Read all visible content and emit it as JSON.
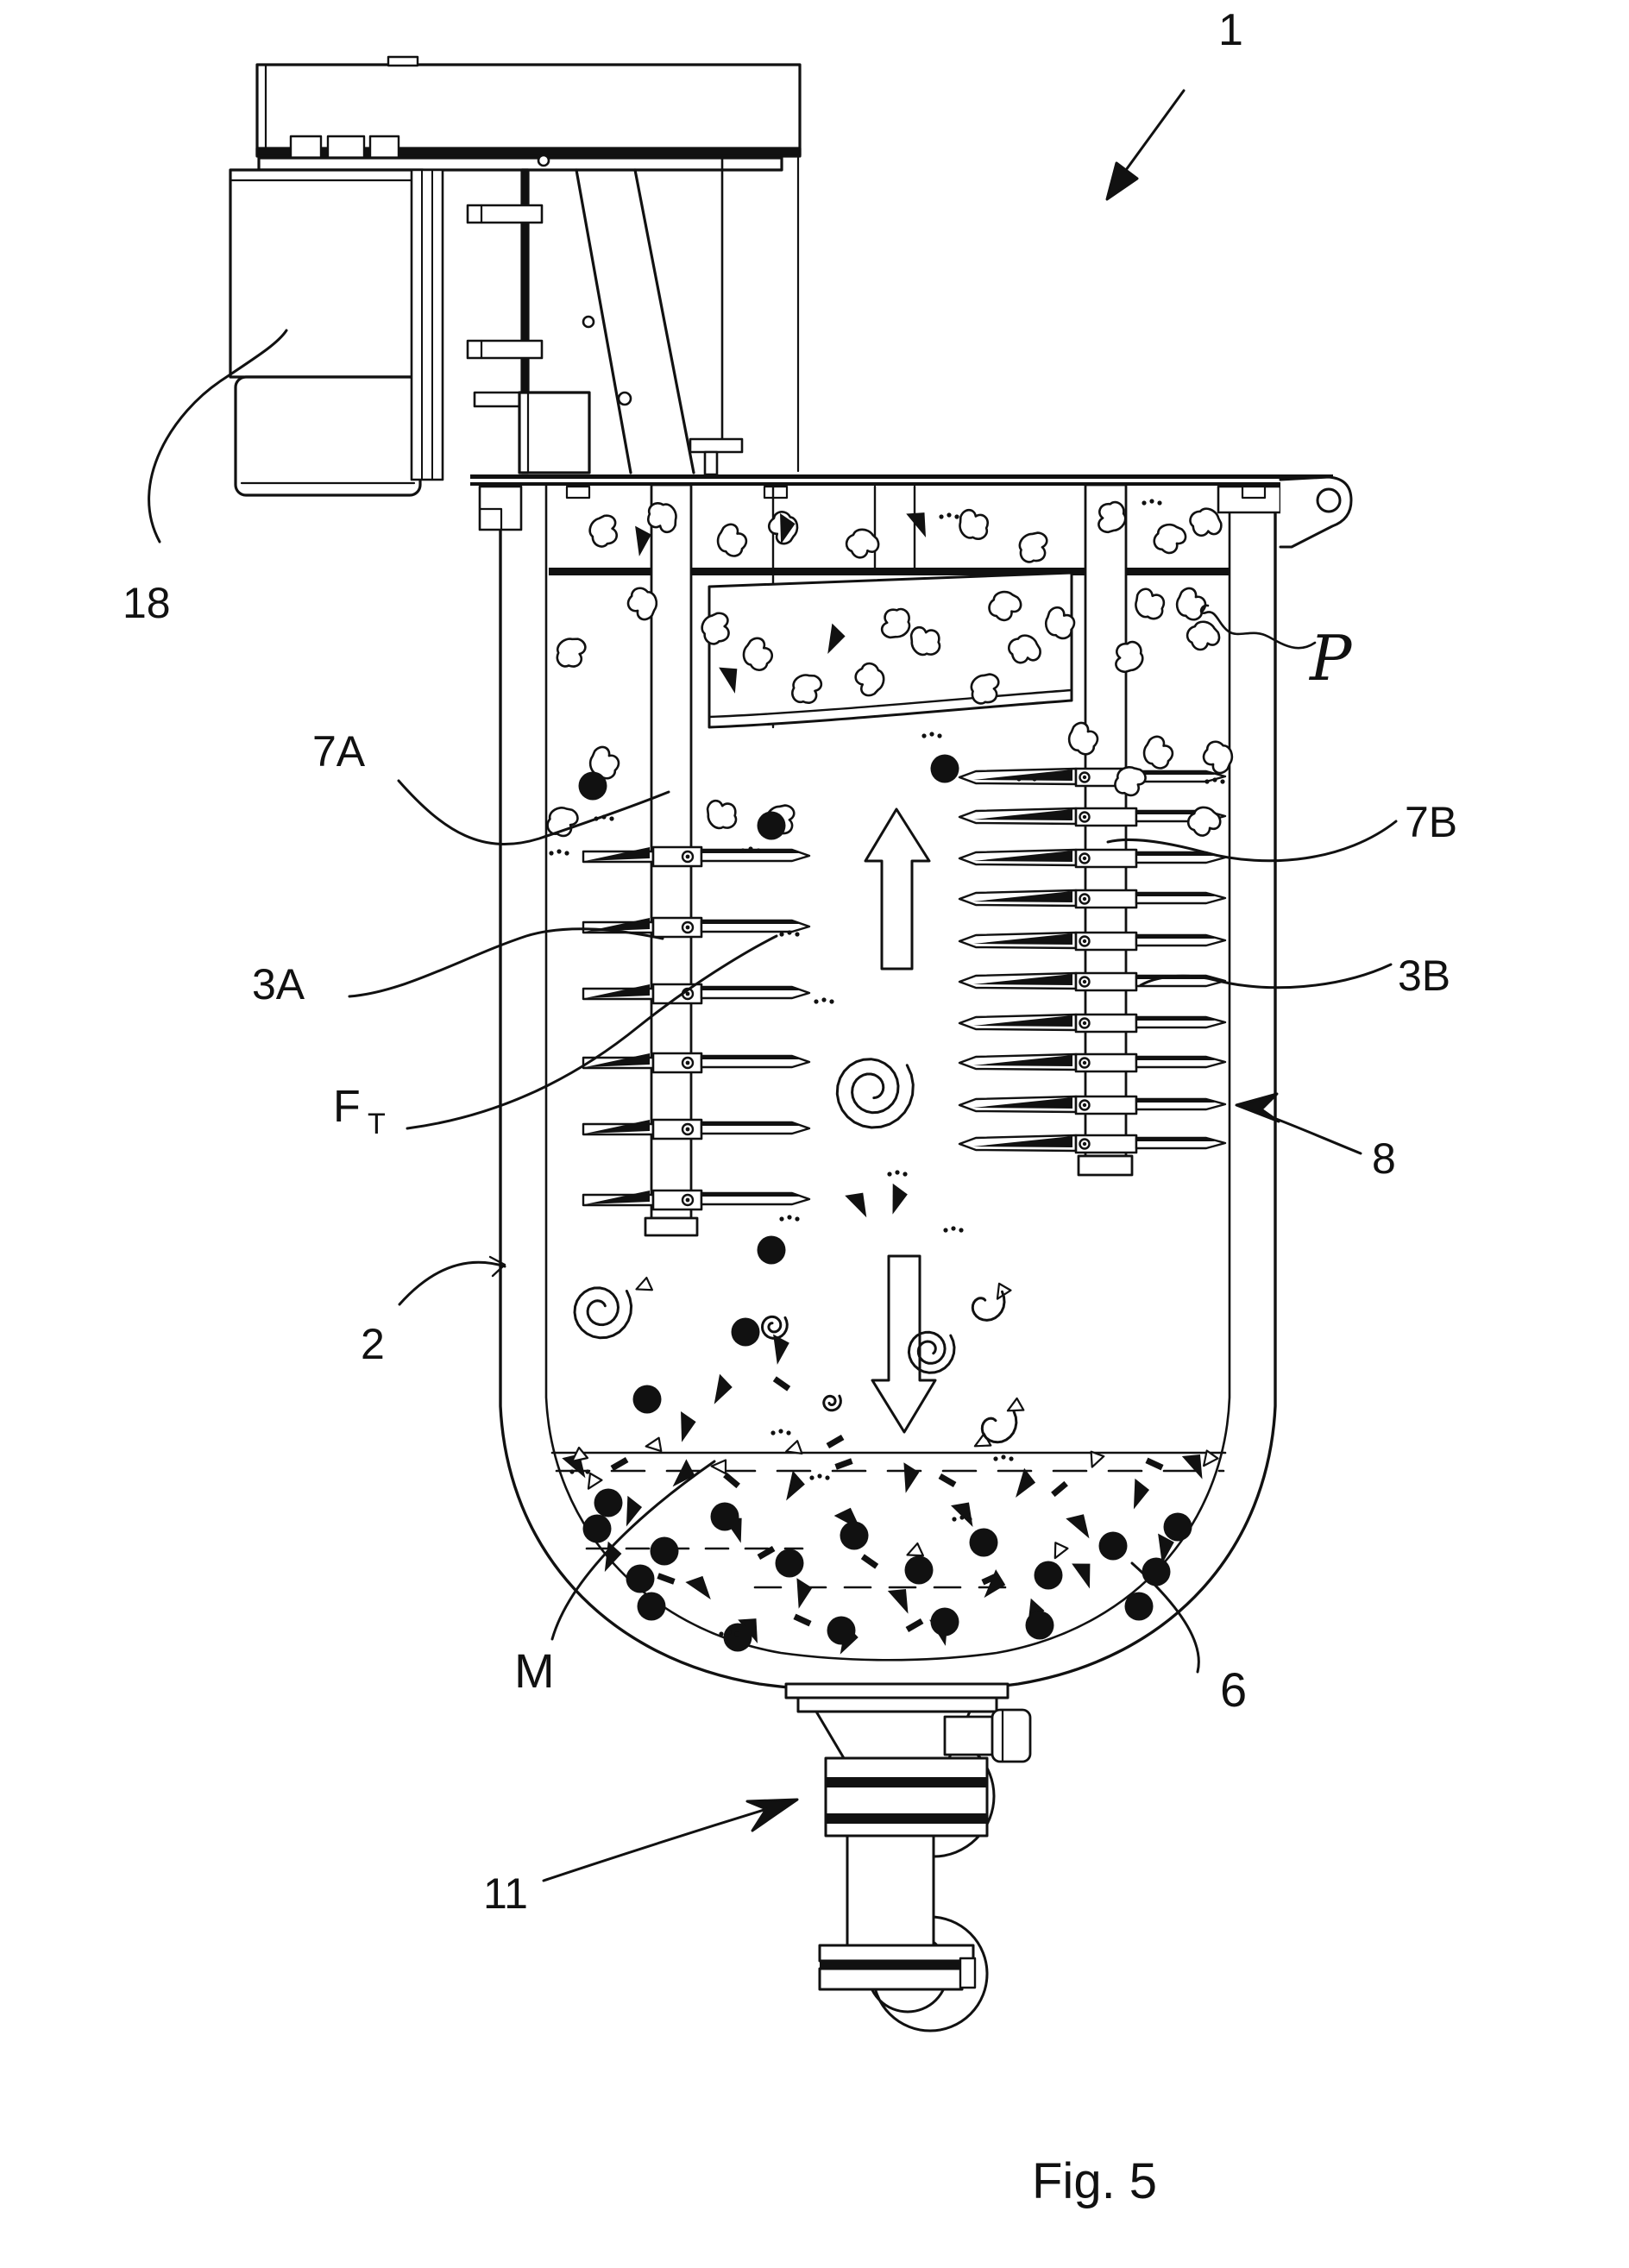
{
  "figure": {
    "caption": "Fig. 5",
    "labels": {
      "assembly": "1",
      "drive_motor": "18",
      "paddles_left": "7A",
      "shaft_left": "3A",
      "flow_force": "F",
      "flow_force_subscript": "T",
      "paddles_right": "7B",
      "shaft_right": "3B",
      "vessel_wall": "8",
      "vessel": "2",
      "mixture": "M",
      "bottom_wall": "6",
      "outlet": "11",
      "pulp": "P"
    },
    "colors": {
      "ink": "#111111",
      "paper": "#ffffff"
    }
  }
}
